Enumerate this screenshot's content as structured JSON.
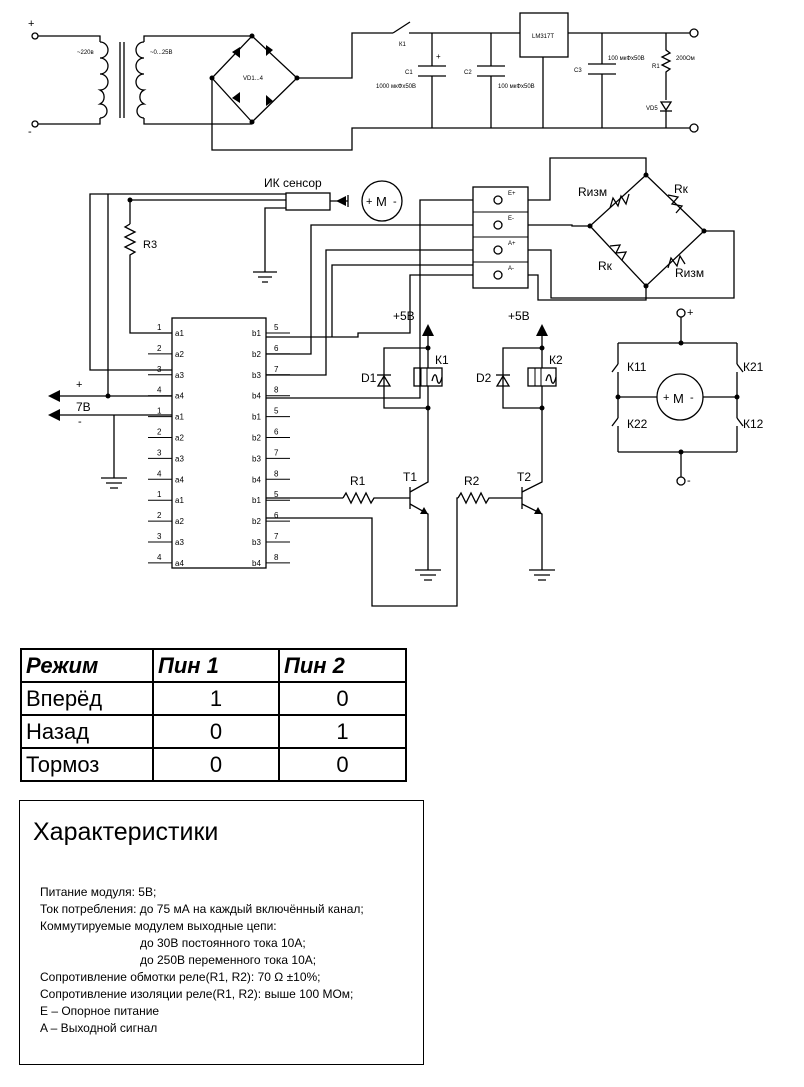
{
  "power_supply": {
    "plus_terminal": "+",
    "minus_terminal": "-",
    "input_voltage_label": "~220в",
    "output_voltage_label": "~0...25В",
    "bridge_label": "VD1...4",
    "switch_label": "К1",
    "c1_label": "С1",
    "c1_value": "1000 мкФх50В",
    "c1_polarity": "+",
    "c2_label": "С2",
    "c2_value": "100 мкФх50В",
    "regulator_label": "LM317T",
    "c3_label": "С3",
    "c3_value": "100 мкФх50В",
    "r1_label": "R1",
    "r1_value": "200Ом",
    "vd5_label": "VD5"
  },
  "sensor": {
    "ir_sensor_label": "ИК сенсор",
    "motor_label": "M",
    "motor_plus": "+",
    "motor_minus": "-",
    "r3_label": "R3"
  },
  "bridge": {
    "connector_pins": [
      "E+",
      "E-",
      "A+",
      "A-"
    ],
    "r_meas_top": "Rизм",
    "r_comp_top": "Rк",
    "r_comp_bottom": "Rк",
    "r_meas_bottom": "Rизм"
  },
  "module": {
    "left_pins": [
      {
        "num": "1",
        "label": "a1"
      },
      {
        "num": "2",
        "label": "a2"
      },
      {
        "num": "3",
        "label": "a3"
      },
      {
        "num": "4",
        "label": "a4"
      },
      {
        "num": "1",
        "label": "a1"
      },
      {
        "num": "2",
        "label": "a2"
      },
      {
        "num": "3",
        "label": "a3"
      },
      {
        "num": "4",
        "label": "a4"
      },
      {
        "num": "1",
        "label": "a1"
      },
      {
        "num": "2",
        "label": "a2"
      },
      {
        "num": "3",
        "label": "a3"
      },
      {
        "num": "4",
        "label": "a4"
      }
    ],
    "right_pins": [
      {
        "num": "5",
        "label": "b1"
      },
      {
        "num": "6",
        "label": "b2"
      },
      {
        "num": "7",
        "label": "b3"
      },
      {
        "num": "8",
        "label": "b4"
      },
      {
        "num": "5",
        "label": "b1"
      },
      {
        "num": "6",
        "label": "b2"
      },
      {
        "num": "7",
        "label": "b3"
      },
      {
        "num": "8",
        "label": "b4"
      },
      {
        "num": "5",
        "label": "b1"
      },
      {
        "num": "6",
        "label": "b2"
      },
      {
        "num": "7",
        "label": "b3"
      },
      {
        "num": "8",
        "label": "b4"
      }
    ],
    "supply_plus": "+",
    "supply_minus": "-",
    "supply_voltage": "7В"
  },
  "relay_driver": {
    "vcc1": "+5В",
    "vcc2": "+5В",
    "k1_label": "К1",
    "k2_label": "К2",
    "d1_label": "D1",
    "d2_label": "D2",
    "r1_label": "R1",
    "r2_label": "R2",
    "t1_label": "T1",
    "t2_label": "T2"
  },
  "h_bridge": {
    "plus": "+",
    "minus": "-",
    "k11": "К11",
    "k21": "К21",
    "k22": "К22",
    "k12": "К12",
    "motor_label": "M",
    "motor_plus": "+",
    "motor_minus": "-"
  },
  "mode_table": {
    "headers": [
      "Режим",
      "Пин 1",
      "Пин 2"
    ],
    "rows": [
      [
        "Вперёд",
        "1",
        "0"
      ],
      [
        "Назад",
        "0",
        "1"
      ],
      [
        "Тормоз",
        "0",
        "0"
      ]
    ]
  },
  "specs": {
    "title": "Характеристики",
    "lines": [
      "Питание модуля: 5В;",
      "Ток потребления: до 75 мА на каждый включённый канал;",
      "Коммутируемые модулем выходные цепи:",
      "до 30В постоянного тока 10А;",
      "до 250В переменного тока 10А;",
      "Сопротивление обмотки реле(R1, R2): 70 Ω ±10%;",
      "Сопротивление изоляции реле(R1, R2): выше 100 МОм;",
      "E – Опорное питание",
      "A – Выходной сигнал"
    ]
  }
}
